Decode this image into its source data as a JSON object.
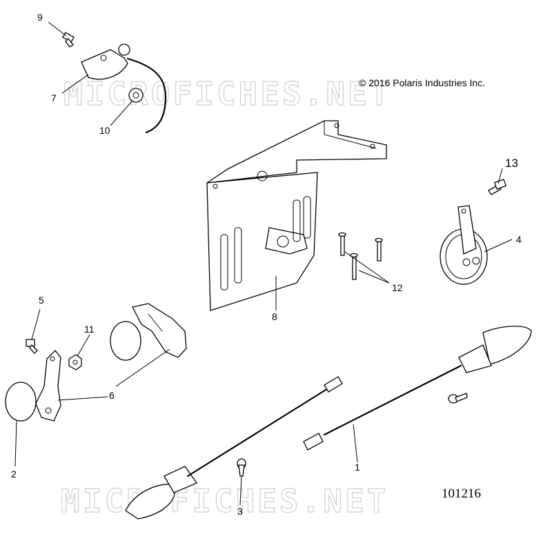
{
  "copyright": "© 2016  Polaris Industries Inc.",
  "drawing_number": "101216",
  "watermark": "MICROFICHES.NET",
  "callouts": [
    {
      "id": "1",
      "label": "1"
    },
    {
      "id": "2",
      "label": "2"
    },
    {
      "id": "3",
      "label": "3"
    },
    {
      "id": "4",
      "label": "4"
    },
    {
      "id": "5",
      "label": "5"
    },
    {
      "id": "6",
      "label": "6"
    },
    {
      "id": "7",
      "label": "7"
    },
    {
      "id": "8",
      "label": "8"
    },
    {
      "id": "9",
      "label": "9"
    },
    {
      "id": "10",
      "label": "10"
    },
    {
      "id": "11",
      "label": "11"
    },
    {
      "id": "12",
      "label": "12"
    },
    {
      "id": "13",
      "label": "13"
    }
  ]
}
